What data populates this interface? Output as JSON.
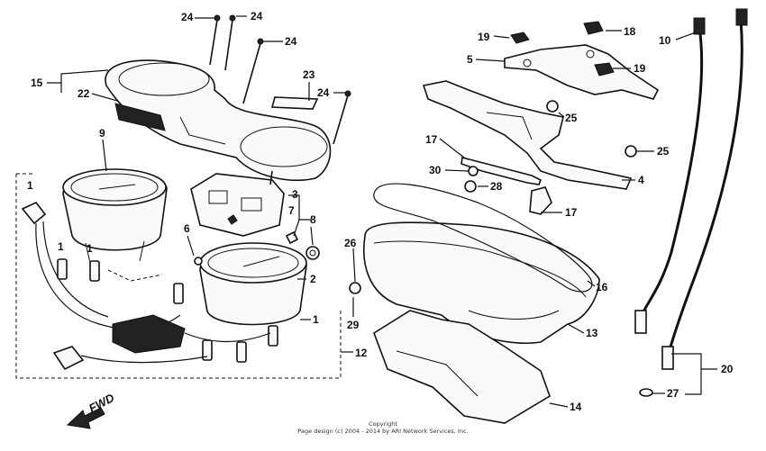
{
  "callouts": [
    {
      "id": "c24a",
      "text": "24"
    },
    {
      "id": "c24b",
      "text": "24"
    },
    {
      "id": "c24c",
      "text": "24"
    },
    {
      "id": "c24d",
      "text": "24"
    },
    {
      "id": "c15",
      "text": "15"
    },
    {
      "id": "c22",
      "text": "22"
    },
    {
      "id": "c23",
      "text": "23"
    },
    {
      "id": "c9",
      "text": "9"
    },
    {
      "id": "c3",
      "text": "3"
    },
    {
      "id": "c7",
      "text": "7"
    },
    {
      "id": "c8",
      "text": "8"
    },
    {
      "id": "c6",
      "text": "6"
    },
    {
      "id": "c2",
      "text": "2"
    },
    {
      "id": "c1a",
      "text": "1"
    },
    {
      "id": "c1b",
      "text": "1"
    },
    {
      "id": "c1c",
      "text": "1"
    },
    {
      "id": "c1d",
      "text": "1"
    },
    {
      "id": "c12",
      "text": "12"
    },
    {
      "id": "c19a",
      "text": "19"
    },
    {
      "id": "c18",
      "text": "18"
    },
    {
      "id": "c5",
      "text": "5"
    },
    {
      "id": "c19b",
      "text": "19"
    },
    {
      "id": "c25a",
      "text": "25"
    },
    {
      "id": "c25b",
      "text": "25"
    },
    {
      "id": "c17a",
      "text": "17"
    },
    {
      "id": "c30",
      "text": "30"
    },
    {
      "id": "c28",
      "text": "28"
    },
    {
      "id": "c4",
      "text": "4"
    },
    {
      "id": "c17b",
      "text": "17"
    },
    {
      "id": "c26",
      "text": "26"
    },
    {
      "id": "c16",
      "text": "16"
    },
    {
      "id": "c29",
      "text": "29"
    },
    {
      "id": "c13",
      "text": "13"
    },
    {
      "id": "c14",
      "text": "14"
    },
    {
      "id": "c10",
      "text": "10"
    },
    {
      "id": "c20",
      "text": "20"
    },
    {
      "id": "c27",
      "text": "27"
    }
  ],
  "direction_marker": "FWD",
  "copyright": {
    "line1": "Copyright",
    "line2": "Page design (c) 2004 - 2014 by ARI Network Services, Inc."
  }
}
